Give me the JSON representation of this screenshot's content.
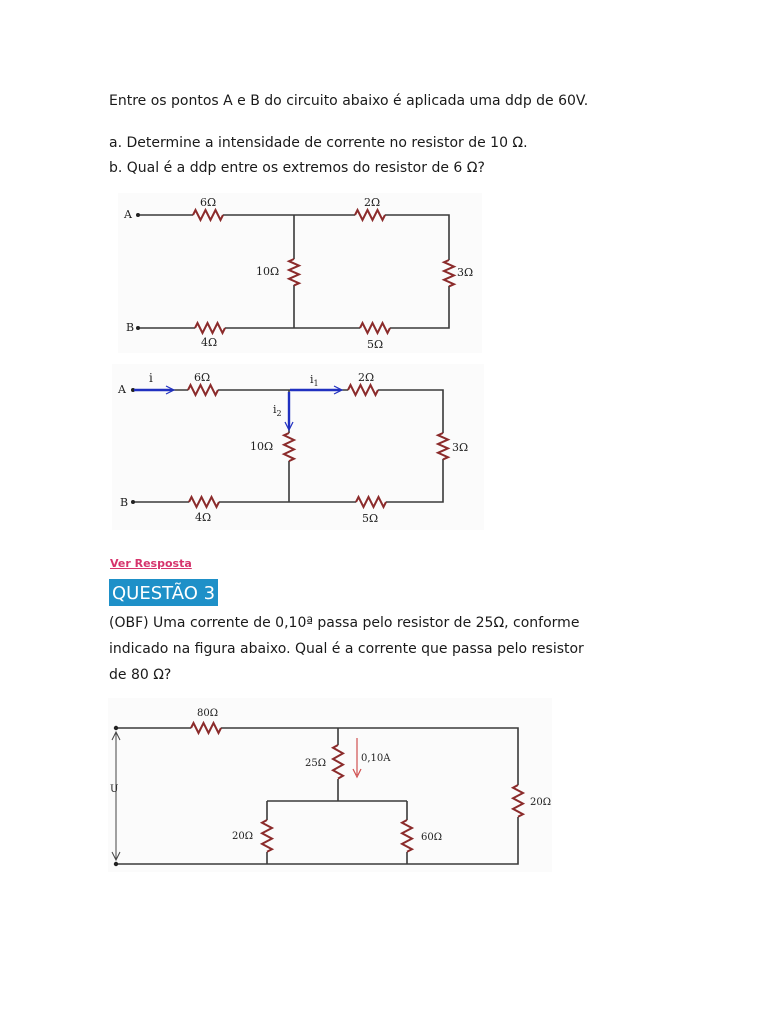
{
  "intro": "Entre os pontos A e B do circuito abaixo é aplicada uma ddp de 60V.",
  "question_a": "a. Determine a intensidade de corrente no resistor de 10 Ω.",
  "question_b": "b. Qual é a ddp entre os extremos do resistor de 6 Ω?",
  "circuit1": {
    "node_a": "A",
    "node_b": "B",
    "r_top_left": "6Ω",
    "r_top_right": "2Ω",
    "r_middle": "10Ω",
    "r_right": "3Ω",
    "r_bottom_left": "4Ω",
    "r_bottom_right": "5Ω"
  },
  "circuit2": {
    "node_a": "A",
    "node_b": "B",
    "current_i": "i",
    "current_i1": "i",
    "current_i1_sub": "1",
    "current_i2": "i",
    "current_i2_sub": "2",
    "r_top_left": "6Ω",
    "r_top_right": "2Ω",
    "r_middle": "10Ω",
    "r_right": "3Ω",
    "r_bottom_left": "4Ω",
    "r_bottom_right": "5Ω",
    "arrow_color": "#2030c0"
  },
  "view_answer_link": "Ver Resposta",
  "question3": {
    "badge": "QUESTÃO 3",
    "lines": [
      "(OBF) Uma corrente de 0,10ª passa pelo resistor de 25Ω, conforme",
      "indicado na figura abaixo. Qual é a corrente que passa pelo resistor",
      "de 80 Ω?"
    ]
  },
  "circuit3": {
    "r_80": "80Ω",
    "r_25": "25Ω",
    "current": "0,10A",
    "voltage": "U",
    "r_20_right": "20Ω",
    "r_20_left": "20Ω",
    "r_60": "60Ω",
    "current_arrow_color": "#d05050"
  },
  "colors": {
    "link": "#d6336c",
    "badge_bg": "#1e90c8",
    "resistor": "#8b2b2b"
  }
}
